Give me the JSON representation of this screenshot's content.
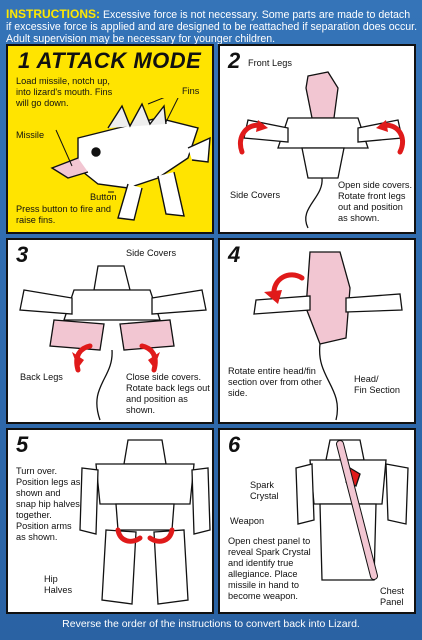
{
  "header": {
    "label": "INSTRUCTIONS:",
    "text": "Excessive force is not necessary. Some parts are made to detach if excessive force is applied and are designed to be reattached if separation does occur. Adult supervision may be necessary for younger children."
  },
  "panel1": {
    "number": "1",
    "mode": "ATTACK MODE",
    "text_top": "Load missile, notch up, into lizard's mouth. Fins will go down.",
    "text_bottom": "Press button to fire and raise fins.",
    "labels": {
      "fins": "Fins",
      "missile": "Missile",
      "button": "Button"
    }
  },
  "panel2": {
    "number": "2",
    "text": "Open side covers. Rotate front legs out and position as shown.",
    "labels": {
      "front_legs": "Front Legs",
      "side_covers": "Side Covers"
    }
  },
  "panel3": {
    "number": "3",
    "text": "Close side covers. Rotate back legs out and position as shown.",
    "labels": {
      "side_covers": "Side Covers",
      "back_legs": "Back Legs"
    }
  },
  "panel4": {
    "number": "4",
    "text": "Rotate entire head/fin section over from other side.",
    "labels": {
      "head_fin_1": "Head/",
      "head_fin_2": "Fin Section"
    }
  },
  "panel5": {
    "number": "5",
    "text": "Turn over. Position legs as shown and snap hip halves together. Position arms as shown.",
    "labels": {
      "hip_1": "Hip",
      "hip_2": "Halves"
    }
  },
  "panel6": {
    "number": "6",
    "text": "Open chest panel to reveal Spark Crystal and identify true allegiance. Place missile in hand to become weapon.",
    "labels": {
      "spark_1": "Spark",
      "spark_2": "Crystal",
      "weapon": "Weapon",
      "chest_1": "Chest",
      "chest_2": "Panel"
    }
  },
  "footer": {
    "text": "Reverse the order of the instructions to convert back into Lizard."
  },
  "colors": {
    "background": "#2f6db0",
    "panel1": "#ffe400",
    "arrow": "#e01a1a",
    "pink": "#f2c6d2"
  }
}
